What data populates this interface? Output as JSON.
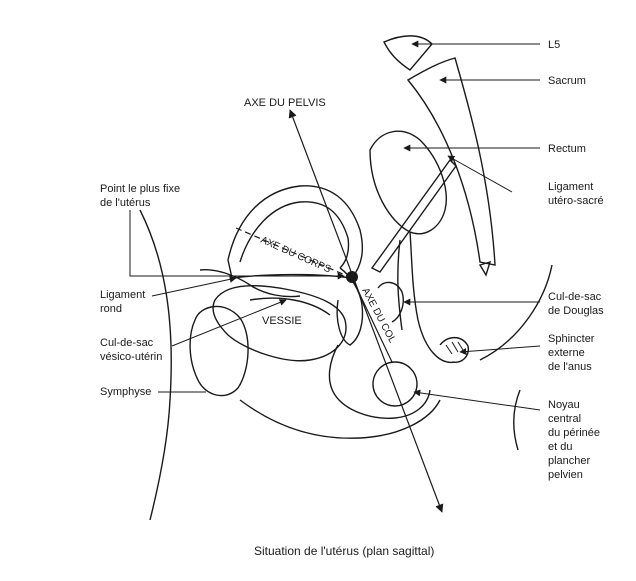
{
  "diagram": {
    "axis_pelvis": "AXE DU PELVIS",
    "axis_body": "AXE DU CORPS",
    "axis_cervix": "AXE DU COL",
    "bladder": "VESSIE",
    "caption": "Situation de l'utérus (plan sagittal)",
    "labels_right": {
      "l5": "L5",
      "sacrum": "Sacrum",
      "rectum": "Rectum",
      "uterosacral": "Ligament\nutéro-sacré",
      "douglas": "Cul-de-sac\nde Douglas",
      "sphincter": "Sphincter\nexterne\nde l'anus",
      "perineum": "Noyau\ncentral\ndu périnée\net du\nplancher\npelvien"
    },
    "labels_left": {
      "fixed_point": "Point le plus fixe\nde l'utérus",
      "round_ligament": "Ligament\nrond",
      "vesico_uterine": "Cul-de-sac\nvésico-utérin",
      "symphysis": "Symphyse"
    },
    "colors": {
      "ink": "#1a1a1a",
      "background": "#ffffff"
    }
  }
}
